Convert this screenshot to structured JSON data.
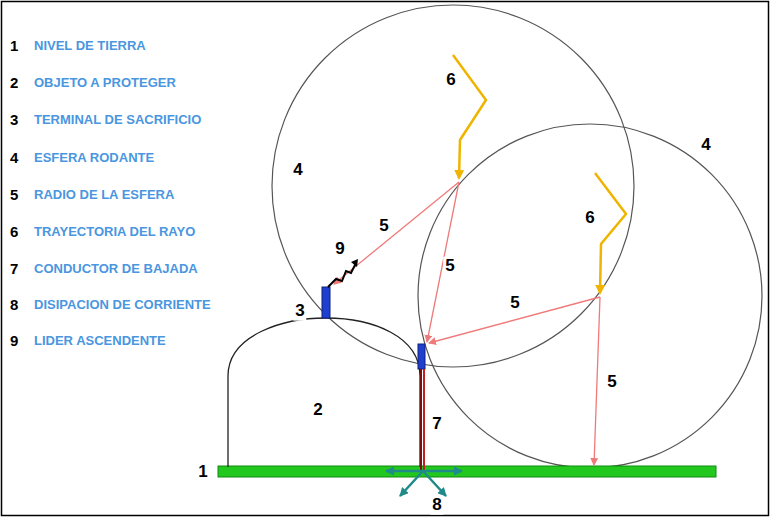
{
  "diagram": {
    "labels": [
      "1",
      "NIVEL DE TIERRA",
      "2",
      "OBJETO A PROTEGER",
      "3",
      "TERMINAL DE SACRIFICIO",
      "4",
      "ESFERA RODANTE",
      "5",
      "RADIO DE LA ESFERA",
      "6",
      "TRAYECTORIA DEL RAYO",
      "7",
      "CONDUCTOR DE BAJADA",
      "8",
      "DISIPACION DE CORRIENTE",
      "9",
      "LIDER ASCENDENTE",
      "1",
      "2",
      "3",
      "4",
      "4",
      "5",
      "5",
      "5",
      "5",
      "6",
      "6",
      "7",
      "8",
      "9"
    ]
  }
}
